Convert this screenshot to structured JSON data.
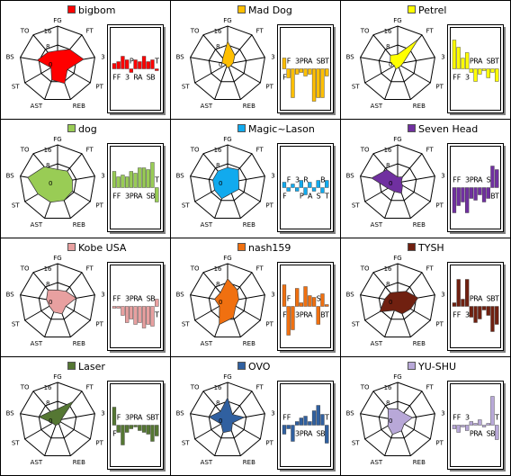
{
  "chart_data": {
    "type": "radar+bar-small-multiples",
    "axes": [
      "FG",
      "FT",
      "3",
      "PT",
      "REB",
      "AST",
      "ST",
      "BS",
      "TO"
    ],
    "ring_labels": [
      "16",
      "8",
      "0"
    ],
    "players": [
      {
        "name": "bigbom",
        "color": "#ff0000",
        "radar": [
          0.35,
          0.5,
          0.7,
          0.3,
          0.55,
          0.45,
          0.2,
          0.55,
          0.4
        ],
        "bars": [
          0.15,
          0.2,
          0.35,
          0.25,
          -0.1,
          0.25,
          0.2,
          0.35,
          0.2,
          0.25,
          -0.05
        ],
        "bar_labels": [
          "F",
          "F",
          "3",
          "P",
          "R",
          "A",
          "S",
          "B",
          "T"
        ]
      },
      {
        "name": "Mad Dog",
        "color": "#ffbf00",
        "radar": [
          0.6,
          0.3,
          0.15,
          0.1,
          0.1,
          0.1,
          0.05,
          0.15,
          0.2
        ],
        "bars": [
          0.3,
          -0.25,
          -0.8,
          -0.15,
          -0.1,
          -0.2,
          -0.15,
          -0.9,
          -0.8,
          -0.8,
          -0.2
        ],
        "bar_labels": [
          "F",
          "F",
          "3",
          "P",
          "R",
          "A",
          "S",
          "B",
          "T"
        ]
      },
      {
        "name": "Petrel",
        "color": "#ffff00",
        "radar": [
          0.25,
          0.85,
          0.15,
          0.1,
          0.1,
          0.15,
          0.1,
          0.2,
          0.3
        ],
        "bars": [
          0.8,
          0.6,
          0.3,
          0.45,
          -0.1,
          -0.35,
          -0.15,
          -0.05,
          -0.25,
          -0.1,
          -0.35
        ],
        "bar_labels": [
          "F",
          "F",
          "3",
          "P",
          "R",
          "A",
          "S",
          "B",
          "T"
        ]
      },
      {
        "name": "dog",
        "color": "#99cc55",
        "radar": [
          0.35,
          0.4,
          0.4,
          0.45,
          0.5,
          0.55,
          0.6,
          0.8,
          0.55
        ],
        "bars": [
          0.45,
          0.3,
          0.35,
          0.3,
          0.45,
          0.4,
          0.55,
          0.55,
          0.5,
          0.7,
          -0.4
        ],
        "bar_labels": [
          "F",
          "F",
          "3",
          "P",
          "R",
          "A",
          "S",
          "B",
          "T"
        ]
      },
      {
        "name": "Magic~Lason",
        "color": "#11aaee",
        "radar": [
          0.4,
          0.45,
          0.3,
          0.35,
          0.3,
          0.45,
          0.4,
          0.4,
          0.4
        ],
        "bars": [
          0.15,
          -0.1,
          0.1,
          -0.1,
          0.2,
          -0.2,
          0.15,
          -0.1,
          0.2,
          -0.15,
          0.2
        ],
        "bar_labels": [
          "F",
          "F",
          "3",
          "P",
          "R",
          "A",
          "S",
          "B",
          "T"
        ]
      },
      {
        "name": "Seven Head",
        "color": "#7030a0",
        "radar": [
          0.15,
          0.2,
          0.1,
          0.15,
          0.3,
          0.25,
          0.3,
          0.7,
          0.45
        ],
        "bars": [
          -0.7,
          -0.5,
          -0.4,
          -0.7,
          -0.3,
          -0.35,
          -0.2,
          -0.4,
          -0.3,
          0.6,
          0.5
        ],
        "bar_labels": [
          "F",
          "F",
          "3",
          "P",
          "R",
          "A",
          "S",
          "B",
          "T"
        ]
      },
      {
        "name": "Kobe USA",
        "color": "#e8a0a0",
        "radar": [
          0.3,
          0.35,
          0.5,
          0.25,
          0.35,
          0.3,
          0.25,
          0.3,
          0.4
        ],
        "bars": [
          -0.05,
          -0.05,
          -0.25,
          -0.45,
          -0.35,
          -0.5,
          -0.45,
          -0.6,
          -0.5,
          -0.55,
          0.2
        ],
        "bar_labels": [
          "F",
          "F",
          "3",
          "P",
          "R",
          "A",
          "S",
          "B",
          "T"
        ]
      },
      {
        "name": "nash159",
        "color": "#f07010",
        "radar": [
          0.6,
          0.4,
          0.3,
          0.25,
          0.45,
          0.65,
          0.25,
          0.35,
          0.3
        ],
        "bars": [
          0.6,
          -0.8,
          -0.65,
          0.5,
          0.1,
          0.55,
          0.3,
          0.25,
          -0.5,
          0.35,
          0.05
        ],
        "bar_labels": [
          "F",
          "F",
          "3",
          "P",
          "R",
          "A",
          "S",
          "B",
          "T"
        ]
      },
      {
        "name": "TYSH",
        "color": "#702010",
        "radar": [
          0.25,
          0.35,
          0.55,
          0.4,
          0.35,
          0.25,
          0.55,
          0.35,
          0.3
        ],
        "bars": [
          0.1,
          0.75,
          0.2,
          0.75,
          -0.3,
          -0.45,
          -0.35,
          -0.1,
          -0.25,
          -0.7,
          -0.5
        ],
        "bar_labels": [
          "F",
          "F",
          "3",
          "P",
          "R",
          "A",
          "S",
          "B",
          "T"
        ]
      },
      {
        "name": "Laser",
        "color": "#557733",
        "radar": [
          0.3,
          0.65,
          0.1,
          0.1,
          0.1,
          0.15,
          0.15,
          0.5,
          0.3
        ],
        "bars": [
          0.5,
          -0.2,
          -0.55,
          -0.2,
          -0.1,
          -0.05,
          -0.15,
          -0.2,
          -0.25,
          -0.45,
          -0.3
        ],
        "bar_labels": [
          "F",
          "F",
          "3",
          "P",
          "R",
          "A",
          "S",
          "B",
          "T"
        ]
      },
      {
        "name": "OVO",
        "color": "#3060a0",
        "radar": [
          0.6,
          0.2,
          0.45,
          0.15,
          0.3,
          0.35,
          0.2,
          0.5,
          0.3
        ],
        "bars": [
          -0.25,
          -0.1,
          -0.45,
          0.1,
          0.2,
          0.25,
          0.1,
          0.4,
          0.55,
          0.3,
          -0.5
        ],
        "bar_labels": [
          "F",
          "F",
          "3",
          "P",
          "R",
          "A",
          "S",
          "B",
          "T"
        ]
      },
      {
        "name": "YU-SHU",
        "color": "#b8a8d8",
        "radar": [
          0.3,
          0.25,
          0.4,
          0.2,
          0.3,
          0.4,
          0.3,
          0.25,
          0.4
        ],
        "bars": [
          -0.1,
          -0.2,
          -0.05,
          -0.15,
          0.1,
          0.05,
          0.15,
          -0.05,
          0.05,
          0.8,
          -0.4
        ],
        "bar_labels": [
          "F",
          "F",
          "3",
          "P",
          "R",
          "A",
          "S",
          "B",
          "T"
        ]
      }
    ]
  },
  "colors": {
    "border": "#000000",
    "axis": "#000000"
  }
}
